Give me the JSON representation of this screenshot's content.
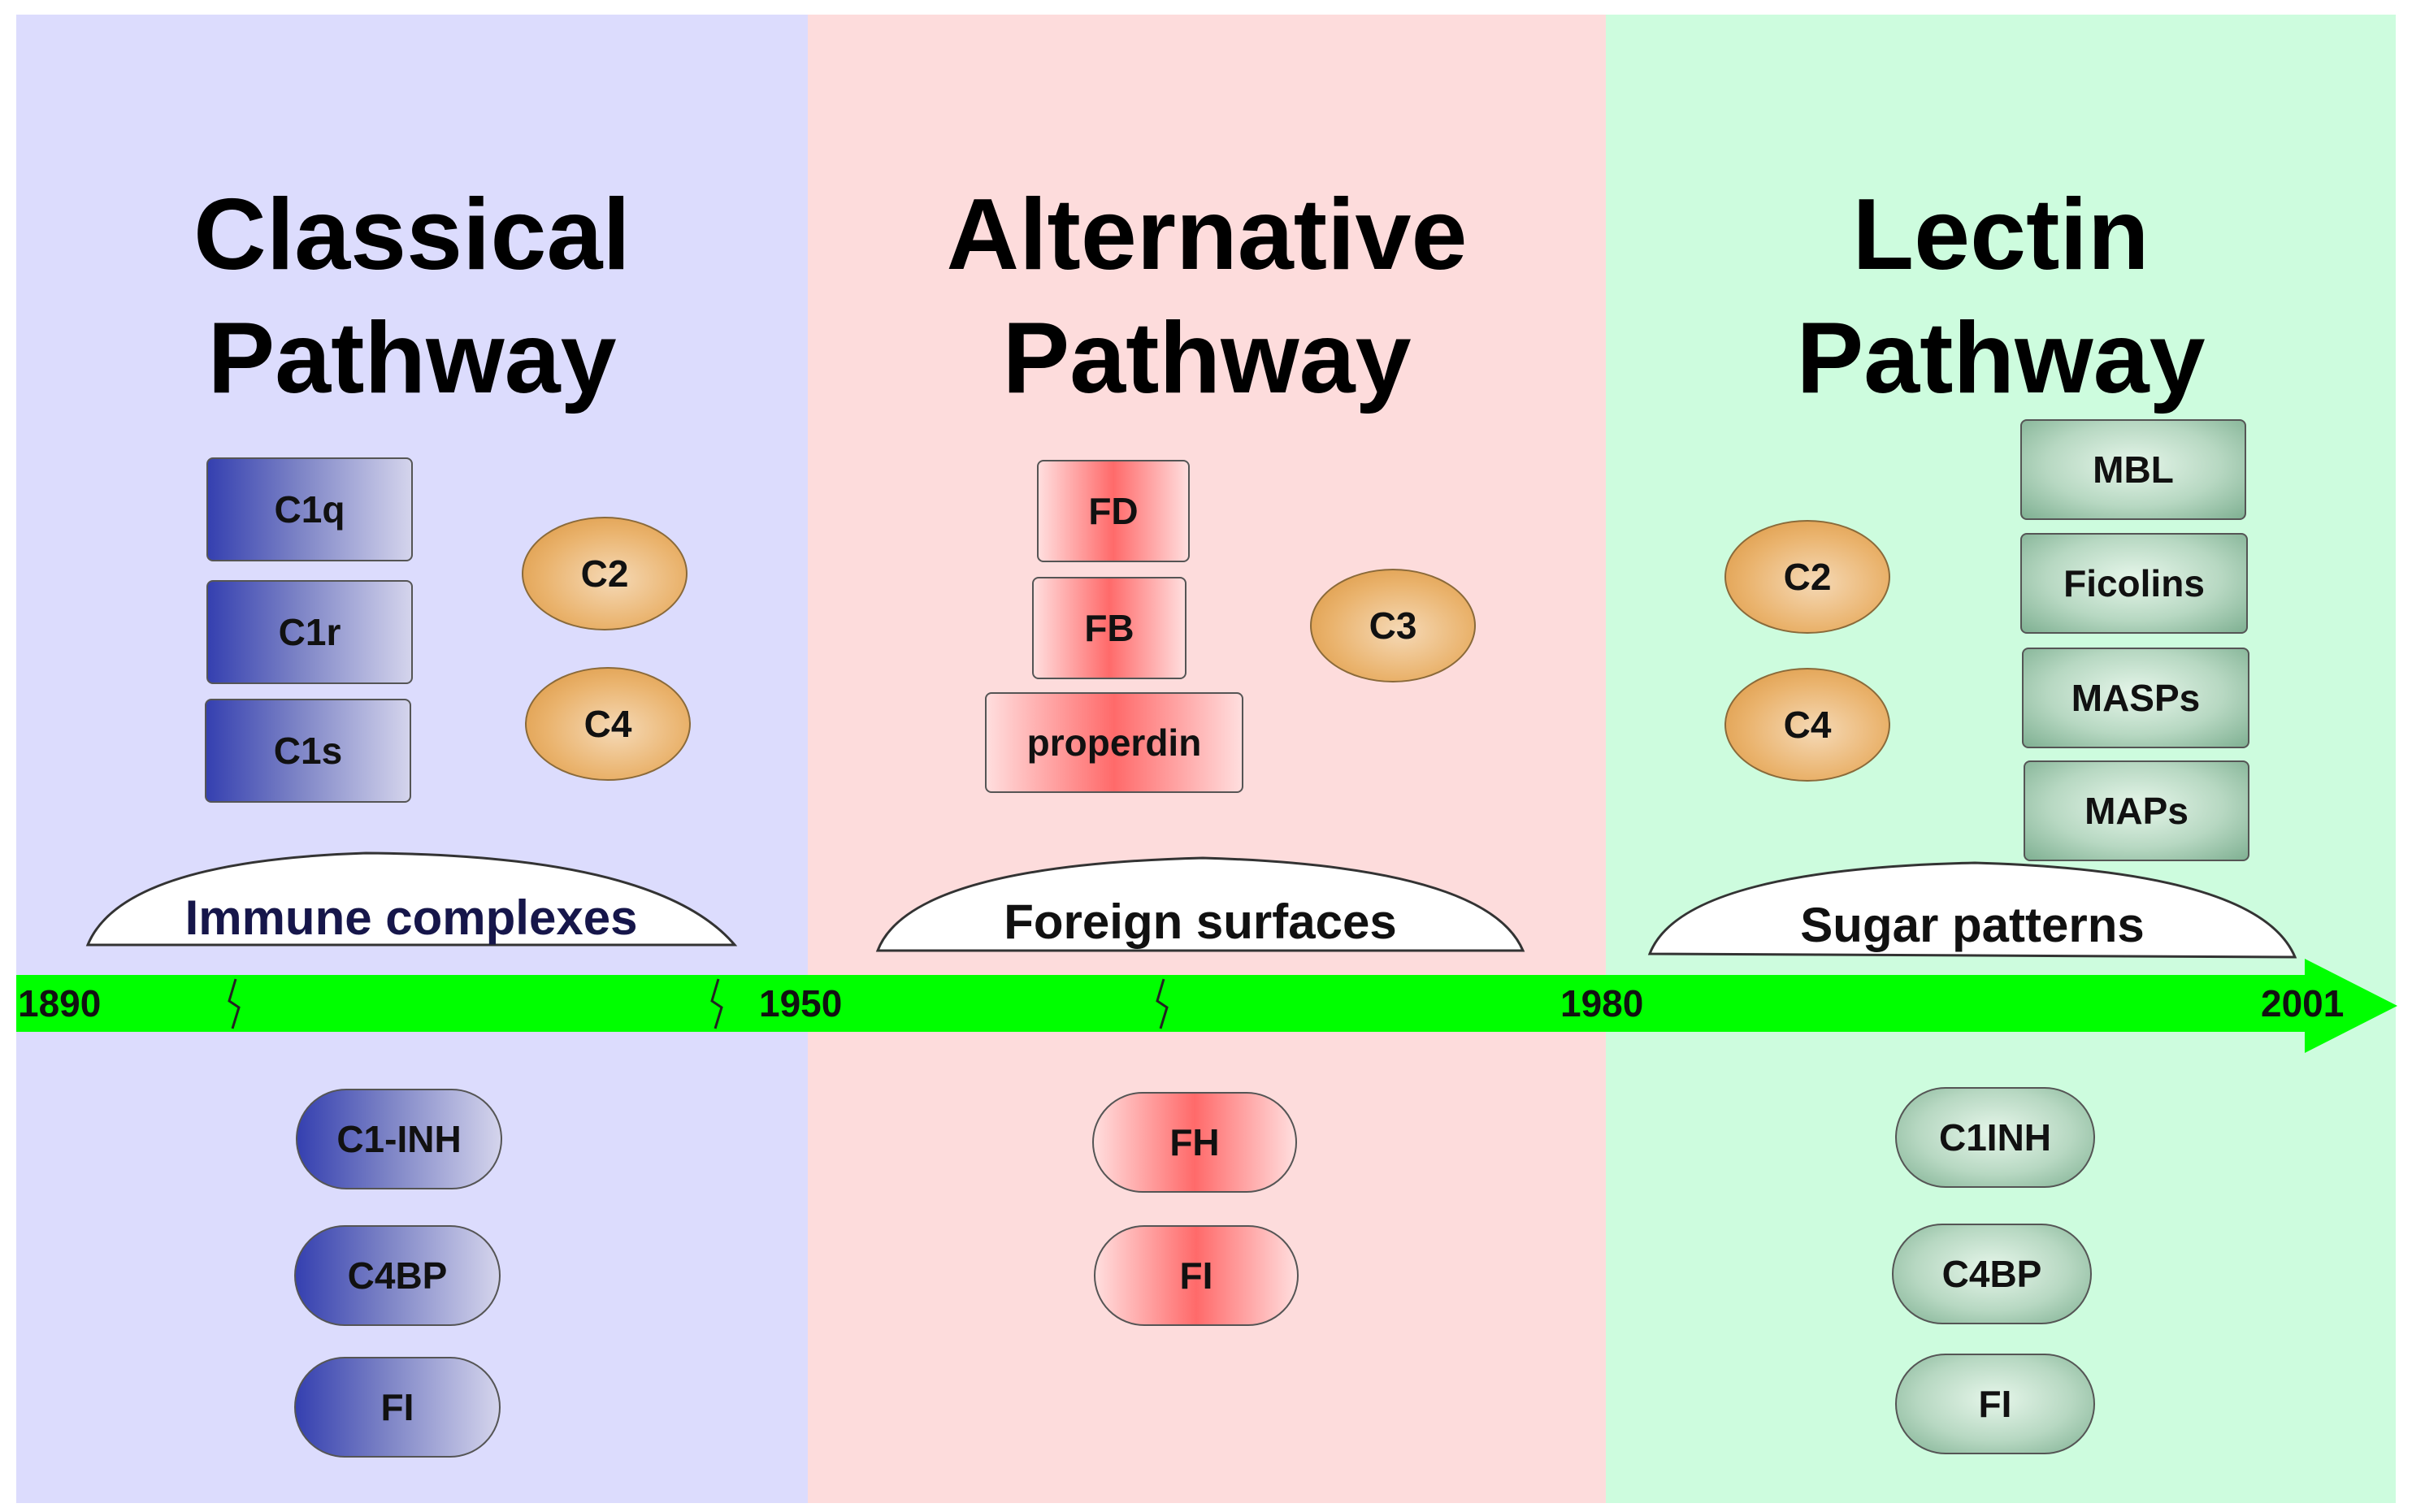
{
  "timeline": {
    "years": [
      "1890",
      "1950",
      "1980",
      "2001"
    ],
    "color": "#00ff00"
  },
  "panels": {
    "classical": {
      "title_line1": "Classical",
      "title_line2": "Pathway",
      "background": "#dcdcfd",
      "activators": [
        "C1q",
        "C1r",
        "C1s"
      ],
      "components": [
        "C2",
        "C4"
      ],
      "trigger": "Immune complexes",
      "regulators": [
        "C1-INH",
        "C4BP",
        "FI"
      ]
    },
    "alternative": {
      "title_line1": "Alternative",
      "title_line2": "Pathway",
      "background": "#fddcdc",
      "activators": [
        "FD",
        "FB",
        "properdin"
      ],
      "components": [
        "C3"
      ],
      "trigger": "Foreign surfaces",
      "regulators": [
        "FH",
        "FI"
      ]
    },
    "lectin": {
      "title_line1": "Lectin",
      "title_line2": "Pathway",
      "background": "#cdfcde",
      "activators": [
        "MBL",
        "Ficolins",
        "MASPs",
        "MAPs"
      ],
      "components": [
        "C2",
        "C4"
      ],
      "trigger": "Sugar patterns",
      "regulators": [
        "C1INH",
        "C4BP",
        "FI"
      ]
    }
  }
}
